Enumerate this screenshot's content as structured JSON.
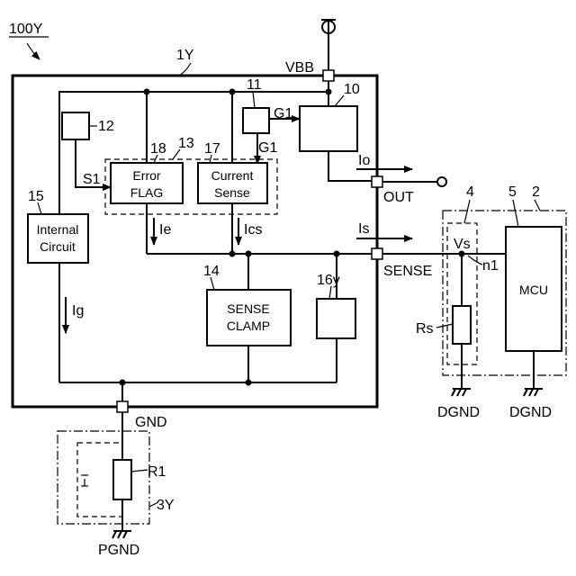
{
  "figure_label": "100Y",
  "chip": {
    "ref": "1Y",
    "pins": {
      "vbb": "VBB",
      "out": "OUT",
      "sense": "SENSE",
      "gnd": "GND"
    },
    "blocks": {
      "power_transistor": {
        "ref": "10"
      },
      "gate_driver": {
        "ref": "11",
        "signal": "G1",
        "signal2": "G1"
      },
      "controller": {
        "ref": "12",
        "signal": "S1"
      },
      "group": {
        "ref": "13"
      },
      "internal_circuit": {
        "ref": "15",
        "line1": "Internal",
        "line2": "Circuit"
      },
      "error_flag": {
        "ref": "18",
        "line1": "Error",
        "line2": "FLAG"
      },
      "current_sense": {
        "ref": "17",
        "line1": "Current",
        "line2": "Sense"
      },
      "sense_clamp": {
        "ref": "14",
        "line1": "SENSE",
        "line2": "CLAMP"
      },
      "block_16y": {
        "ref": "16y"
      }
    },
    "currents": {
      "io": "Io",
      "is": "Is",
      "ie": "Ie",
      "ics": "Ics",
      "ig": "Ig"
    }
  },
  "external": {
    "module_ref": "2",
    "sense_network_ref": "4",
    "mcu": {
      "ref": "5",
      "label": "MCU"
    },
    "vs": "Vs",
    "node": "n1",
    "rs": "Rs",
    "dgnd1": "DGND",
    "dgnd2": "DGND"
  },
  "ground_network": {
    "ref": "3Y",
    "r1": "R1",
    "pgnd": "PGND"
  }
}
